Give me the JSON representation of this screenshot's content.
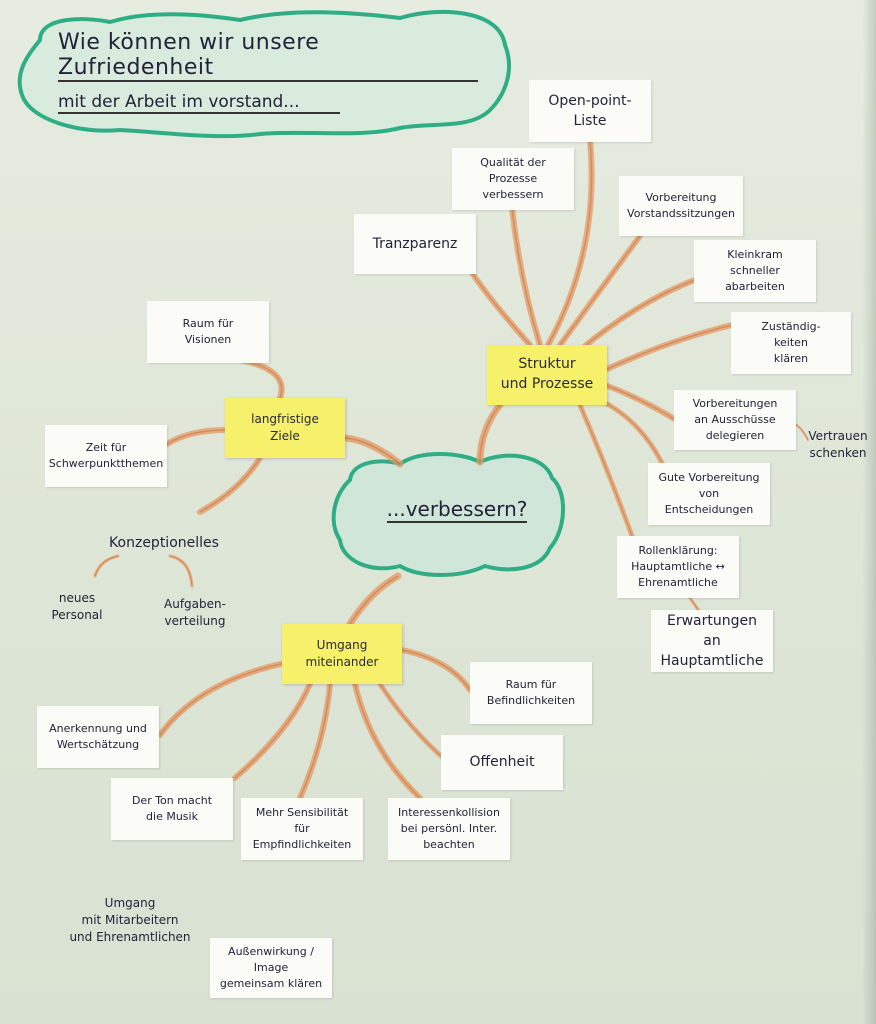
{
  "title": {
    "line1": "Wie können wir unsere Zufriedenheit",
    "line2": "mit der Arbeit im vorstand..."
  },
  "center": {
    "label": "...verbessern?"
  },
  "hubs": {
    "struktur": "Struktur\nund Prozesse",
    "ziele": "langfristige\nZiele",
    "umgang": "Umgang\nmiteinander"
  },
  "struktur_items": {
    "open_point": "Open-point-\nListe",
    "qualitaet": "Qualität der\nProzesse\nverbessern",
    "vorbereitung_sitzungen": "Vorbereitung\nVorstandssitzungen",
    "tranzparenz": "Tranzparenz",
    "kleinkram": "Kleinkram\nschneller abarbeiten",
    "zustaendig": "Zuständig-\nkeiten\nklären",
    "ausschuesse": "Vorbereitungen\nan Ausschüsse\ndelegieren",
    "vertrauen": "Vertrauen\nschenken",
    "entscheidungen": "Gute Vorbereitung\nvon Entscheidungen",
    "rollen": "Rollenklärung:\nHauptamtliche ↔\nEhrenamtliche",
    "erwartungen": "Erwartungen an\nHauptamtliche"
  },
  "ziele_items": {
    "visionen": "Raum für\nVisionen",
    "schwerpunkt": "Zeit für\nSchwerpunktthemen",
    "konzeptionelles": "Konzeptionelles",
    "personal": "neues\nPersonal",
    "aufgaben": "Aufgaben-\nverteilung"
  },
  "umgang_items": {
    "befindlichkeiten": "Raum für\nBefindlichkeiten",
    "anerkennung": "Anerkennung und\nWertschätzung",
    "offenheit": "Offenheit",
    "ton": "Der Ton macht\ndie Musik",
    "sensibilitaet": "Mehr Sensibilität\nfür Empfindlichkeiten",
    "interessen": "Interessenkollision\nbei persönl. Inter.\nbeachten"
  },
  "bottom": {
    "umgang_mitarbeiter": "Umgang\nmit Mitarbeitern\nund Ehrenamtlichen",
    "aussenwirkung": "Außenwirkung / Image\ngemeinsam klären"
  },
  "colors": {
    "cloud_stroke": "#2fae86",
    "cloud_fill": "#d3e8dc",
    "branch": "#e39a63",
    "sticky": "#f7f06a"
  }
}
